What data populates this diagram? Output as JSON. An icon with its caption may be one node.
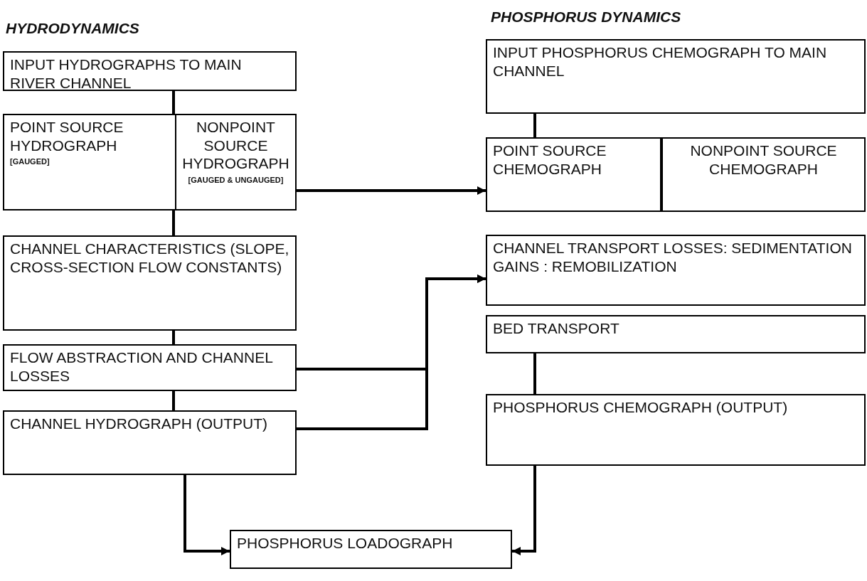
{
  "diagram": {
    "nodes": [
      {
        "text": [
          "INPUT HYDROGRAPHS TO MAIN RIVER CHANNEL"
        ]
      },
      {
        "text": [
          "POINT SOURCE HYDROGRAPH",
          "[GAUGED]"
        ]
      },
      {
        "text": [
          "NONPOINT SOURCE HYDROGRAPH",
          "[GAUGED & UNGAUGED]"
        ]
      },
      {
        "text": [
          "CHANNEL CHARACTERISTICS (SLOPE, CROSS-SECTION FLOW CONSTANTS)"
        ]
      },
      {
        "text": [
          "FLOW ABSTRACTION AND CHANNEL LOSSES"
        ]
      },
      {
        "text": [
          "CHANNEL HYDROGRAPH (OUTPUT)"
        ]
      },
      {
        "text": [
          "INPUT PHOSPHORUS CHEMOGRAPH TO MAIN CHANNEL"
        ]
      },
      {
        "text": [
          "POINT SOURCE CHEMOGRAPH"
        ]
      },
      {
        "text": [
          "NONPOINT SOURCE CHEMOGRAPH"
        ]
      },
      {
        "text": [
          "CHANNEL TRANSPORT LOSSES: SEDIMENTATION GAINS : REMOBILIZATION"
        ]
      },
      {
        "text": [
          "BED TRANSPORT"
        ]
      },
      {
        "text": [
          "PHOSPHORUS CHEMOGRAPH (OUTPUT)"
        ]
      },
      {
        "text": [
          "PHOSPHORUS LOADOGRAPH"
        ]
      }
    ],
    "edges": [
      {
        "from": 0,
        "to": 1,
        "arrow": "none"
      },
      {
        "from": 1,
        "to": 3,
        "arrow": "none"
      },
      {
        "from": 3,
        "to": 4,
        "arrow": "none"
      },
      {
        "from": 4,
        "to": 5,
        "arrow": "none"
      },
      {
        "from": 6,
        "to": 7,
        "arrow": "none"
      },
      {
        "from": 10,
        "to": 11,
        "arrow": "none"
      },
      {
        "from": 2,
        "to": 7,
        "arrow": "to"
      },
      {
        "from": 4,
        "to": 9,
        "arrow": "to"
      },
      {
        "from": 5,
        "to": 9,
        "arrow": "to"
      },
      {
        "from": 5,
        "to": 12,
        "arrow": "to"
      },
      {
        "from": 11,
        "to": 12,
        "arrow": "to"
      }
    ],
    "labels": [
      "HYDRODYNAMICS",
      "PHOSPHORUS DYNAMICS"
    ]
  }
}
